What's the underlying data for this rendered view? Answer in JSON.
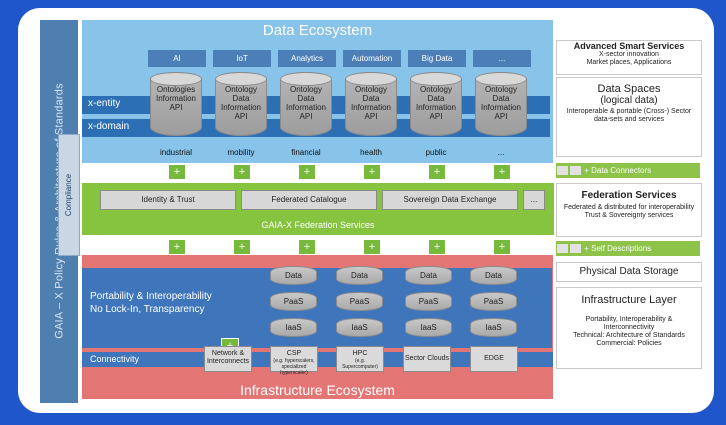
{
  "title": "Data Ecosystem",
  "domains": [
    "AI",
    "IoT",
    "Analytics",
    "Automation",
    "Big Data",
    "..."
  ],
  "ontologies": [
    {
      "line1": "Ontologies",
      "line2": "",
      "line3": "Information",
      "line4": "API",
      "label": "industrial"
    },
    {
      "line1": "Ontology",
      "line2": "Data",
      "line3": "Information",
      "line4": "API",
      "label": "mobility"
    },
    {
      "line1": "Ontology",
      "line2": "Data",
      "line3": "Information",
      "line4": "API",
      "label": "financial"
    },
    {
      "line1": "Ontology",
      "line2": "Data",
      "line3": "Information",
      "line4": "API",
      "label": "health"
    },
    {
      "line1": "Ontology",
      "line2": "Data",
      "line3": "Information",
      "line4": "API",
      "label": "public"
    },
    {
      "line1": "Ontology",
      "line2": "Data",
      "line3": "Information",
      "line4": "API",
      "label": "..."
    }
  ],
  "bands": {
    "entity": "x-entity",
    "domain": "x-domain"
  },
  "sidebar": {
    "policy": "GAIA – X Policy Rules & Architecture of Standards",
    "compliance": "Compliance"
  },
  "federation": {
    "title": "GAIA-X Federation Services",
    "boxes": [
      "Identity & Trust",
      "Federated Catalogue",
      "Sovereign Data Exchange",
      "..."
    ]
  },
  "right": {
    "advanced": {
      "title": "Advanced Smart Services",
      "sub1": "X-sector innovation",
      "sub2": "Market places, Applications"
    },
    "dataspaces": {
      "title": "Data Spaces",
      "sub": "(logical data)",
      "desc": "Interoperable & portable (Cross-) Sector data-sets and services"
    },
    "connectors": "+ Data Connectors",
    "federation": {
      "title": "Federation Services",
      "desc": "Federated & distributed for interoperability Trust & Sovereignty services"
    },
    "self": "+ Self Descriptions",
    "physical": "Physical Data Storage",
    "infra": {
      "title": "Infrastructure Layer",
      "desc1": "Portability, Interoperability & Interconnectivity",
      "desc2": "Technical: Architecture of Standards",
      "desc3": "Commercial: Policies"
    }
  },
  "infra": {
    "portability": "Portability & Interoperability",
    "lockin": "No Lock-In, Transparency",
    "connectivity": "Connectivity",
    "title": "Infrastructure Ecosystem",
    "network": "Network & Interconnects",
    "stacks": [
      {
        "data": "Data",
        "paas": "PaaS",
        "iaas": "IaaS",
        "bottom": "CSP",
        "small": "(e.g. hyperscalers, specialized hyperscaler)"
      },
      {
        "data": "Data",
        "paas": "PaaS",
        "iaas": "IaaS",
        "bottom": "HPC",
        "small": "(e.g. Supercomputer)"
      },
      {
        "data": "Data",
        "paas": "PaaS",
        "iaas": "IaaS",
        "bottom": "Sector Clouds",
        "small": ""
      },
      {
        "data": "Data",
        "paas": "PaaS",
        "iaas": "IaaS",
        "bottom": "EDGE",
        "small": ""
      }
    ]
  }
}
